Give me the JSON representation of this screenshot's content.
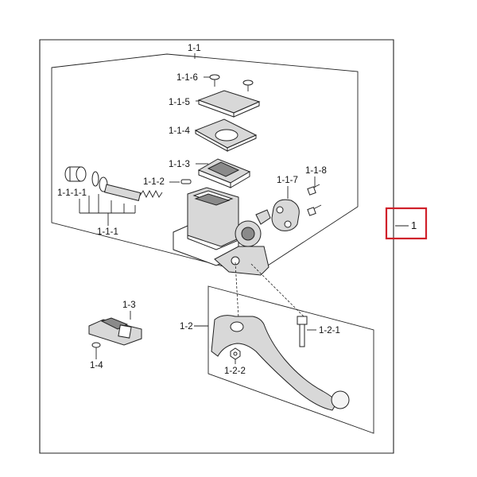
{
  "labels": {
    "assembly": "1",
    "master_cylinder": "1-1",
    "screw": "1-1-6",
    "cap": "1-1-5",
    "diaphragm": "1-1-4",
    "plate": "1-1-3",
    "pin": "1-1-2",
    "bracket": "1-1-7",
    "bracket_bolt": "1-1-8",
    "piston_kit_a": "1-1-1-1",
    "piston_kit": "1-1-1",
    "switch": "1-3",
    "switch_screw": "1-4",
    "lever": "1-2",
    "lever_bolt": "1-2-1",
    "lever_nut": "1-2-2"
  },
  "colors": {
    "highlight": "#d0202a",
    "line": "#222222"
  }
}
